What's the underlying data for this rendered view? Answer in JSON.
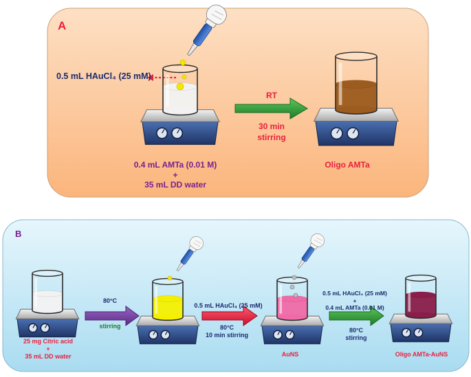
{
  "panel_a": {
    "label": "A",
    "reagent_added": "0.5 mL HAuCl₄ (25 mM)",
    "mix_line1": "0.4 mL AMTa (0.01 M)",
    "mix_plus": "+",
    "mix_line2": "35 mL DD water",
    "condition_temp": "RT",
    "condition_time": "30 min",
    "condition_action": "stirring",
    "product": "Oligo AMTa"
  },
  "panel_b": {
    "label": "B",
    "start_line1": "25 mg Citric acid",
    "start_plus": "+",
    "start_line2": "35 mL DD water",
    "step1_temp": "80°C",
    "step1_action": "stirring",
    "step2_reagent": "0.5 mL HAuCl₄ (25 mM)",
    "step2_temp": "80°C",
    "step2_action": "10 min stirring",
    "intermediate": "AuNS",
    "step3_reagent1": "0.5 mL HAuCl₄ (25 mM)",
    "step3_plus": "+",
    "step3_reagent2": "0.4 mL AMTa (0.01 M)",
    "step3_temp": "80°C",
    "step3_action": "stirring",
    "product": "Oligo AMTa-AuNS"
  },
  "colors": {
    "panel_a_bg": "#fcc89b",
    "panel_b_bg": "#cdebf7",
    "label_red": "#e8203f",
    "text_navy": "#1a2a6e",
    "text_purple": "#7a1f8f",
    "text_green": "#1e7a2a",
    "arrow_green": "#2e9a3a",
    "arrow_red": "#e8203f",
    "arrow_purple": "#7a3fa0",
    "liquid_white": "#f2f2f2",
    "liquid_brown": "#9c5b1f",
    "liquid_yellow": "#f4f000",
    "liquid_pink": "#f06aa8",
    "liquid_wine": "#8a1d4a",
    "stirrer_blue": "#2c4a86"
  }
}
